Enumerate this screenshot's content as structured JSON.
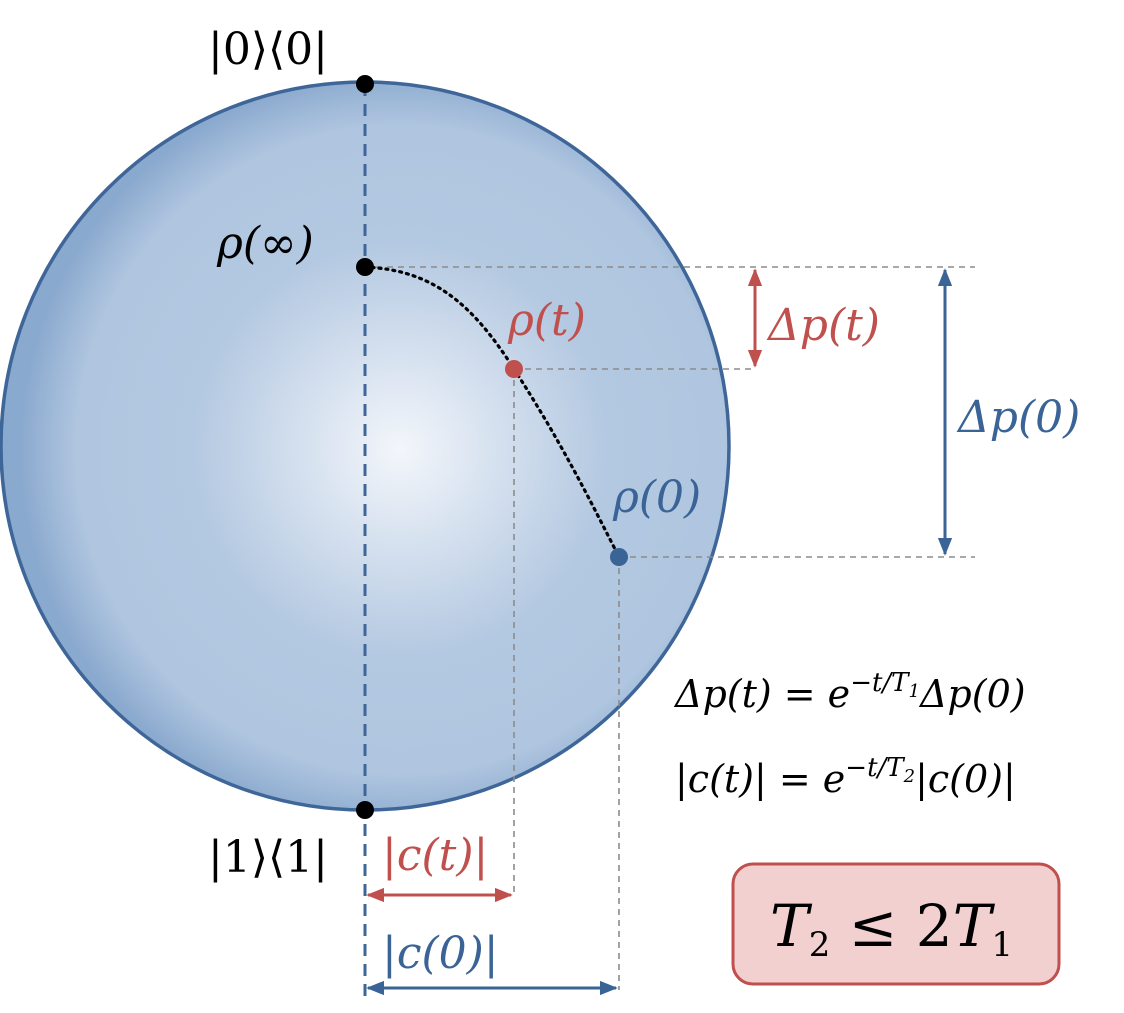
{
  "labels": {
    "ket0": "|0⟩⟨0|",
    "ket1": "|1⟩⟨1|",
    "rho_inf": "ρ(∞)",
    "rho_t": "ρ(t)",
    "rho_0": "ρ(0)",
    "delta_p_t": "Δp(t)",
    "delta_p_0": "Δp(0)",
    "c_t": "|c(t)|",
    "c_0": "|c(0)|"
  },
  "equations": {
    "eq1": {
      "lhs": "Δp(t) = e",
      "exp_main": "−t/T",
      "exp_sub": "1",
      "rhs": "Δp(0)"
    },
    "eq2": {
      "lhs": "|c(t)| = e",
      "exp_main": "−t/T",
      "exp_sub": "2",
      "rhs": "|c(0)|"
    }
  },
  "inequality": {
    "a": "T",
    "a_sub": "2",
    "rel": " ≤ 2",
    "b": "T",
    "b_sub": "1"
  },
  "colors": {
    "sphere_edge": "#3f6699",
    "sphere_center": "#f3f6fb",
    "sphere_mid": "#b3c8e1",
    "sphere_outer": "#8aa9ce",
    "red": "#c0504d",
    "blue": "#3a6396",
    "black": "#000000",
    "guide_gray": "#8c8c8c",
    "box_fill": "#f2d0d0",
    "box_edge": "#c0504d"
  }
}
